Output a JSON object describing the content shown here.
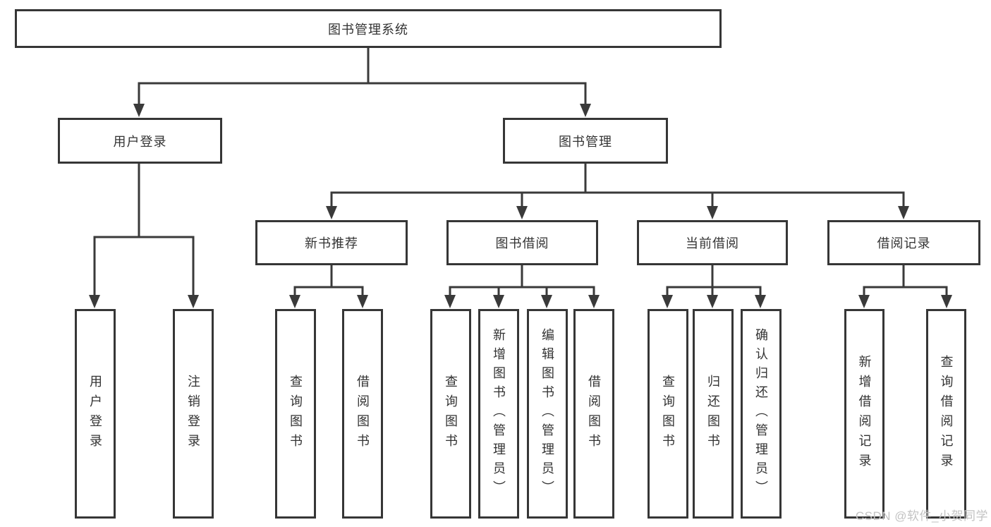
{
  "diagram": {
    "root": {
      "label": "图书管理系统"
    },
    "branches": [
      {
        "label": "用户登录",
        "children": [
          {
            "label": "用户登录"
          },
          {
            "label": "注销登录"
          }
        ]
      },
      {
        "label": "图书管理",
        "children": [
          {
            "label": "新书推荐",
            "children": [
              {
                "label": "查询图书"
              },
              {
                "label": "借阅图书"
              }
            ]
          },
          {
            "label": "图书借阅",
            "children": [
              {
                "label": "查询图书"
              },
              {
                "label": "新增图书（管理员）"
              },
              {
                "label": "编辑图书（管理员）"
              },
              {
                "label": "借阅图书"
              }
            ]
          },
          {
            "label": "当前借阅",
            "children": [
              {
                "label": "查询图书"
              },
              {
                "label": "归还图书"
              },
              {
                "label": "确认归还（管理员）"
              }
            ]
          },
          {
            "label": "借阅记录",
            "children": [
              {
                "label": "新增借阅记录"
              },
              {
                "label": "查询借阅记录"
              }
            ]
          }
        ]
      }
    ],
    "watermark": {
      "text": "CSDN @软件_小贺同学"
    },
    "colors": {
      "line": "#3a3a3a",
      "border": "#363636",
      "text": "#333333",
      "watermark": "#c3c3c3",
      "background": "#ffffff"
    }
  }
}
